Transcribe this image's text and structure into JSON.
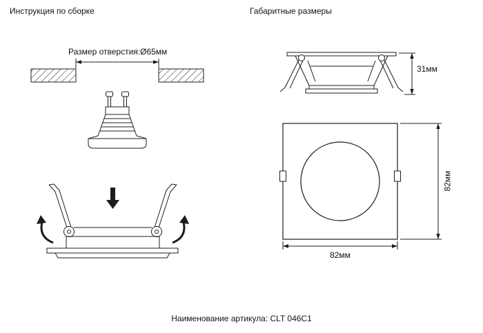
{
  "titles": {
    "assembly": "Инструкция по сборке",
    "dimensions": "Габаритные размеры"
  },
  "assembly": {
    "hole_size_label": "Размер отверстия:Ø65мм"
  },
  "dims": {
    "side_height": "31мм",
    "front_width": "82мм",
    "front_height": "82мм"
  },
  "footer": {
    "article": "Наименование артикула: CLT 046C1"
  },
  "icons": {
    "insert_arrow": "down-arrow",
    "rotate_left": "curved-arrow-up-left",
    "rotate_right": "curved-arrow-up-right"
  },
  "colors": {
    "line": "#1c1c1c",
    "background": "#ffffff"
  }
}
